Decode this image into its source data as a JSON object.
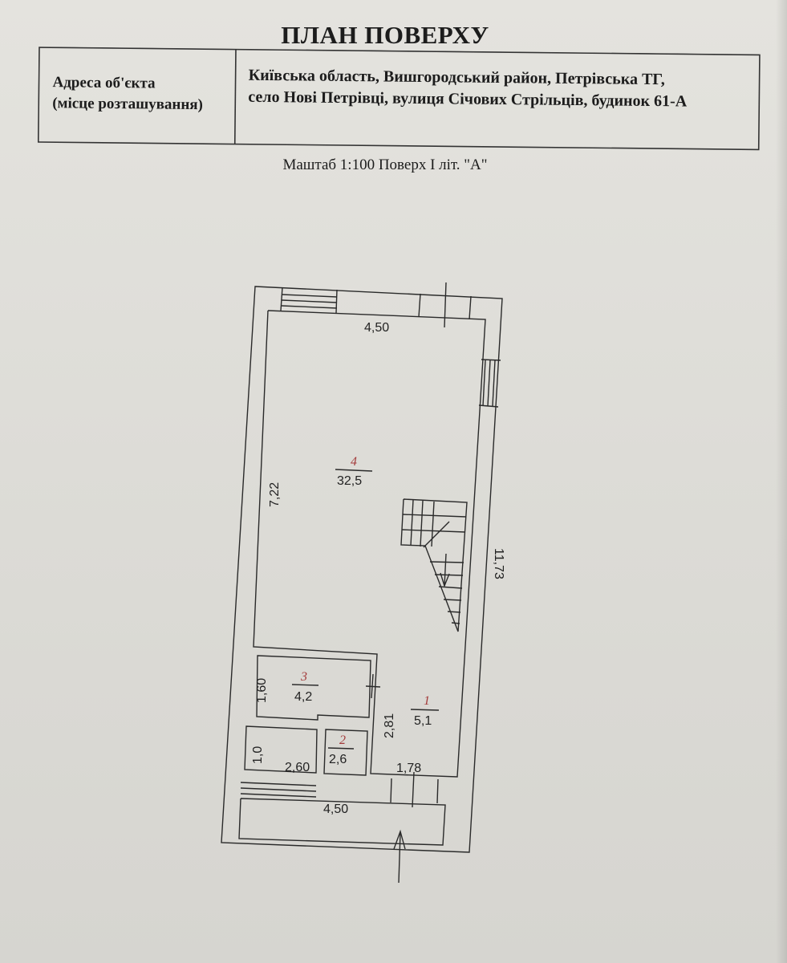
{
  "document": {
    "title": "ПЛАН ПОВЕРХУ",
    "address_label_line1": "Адреса об'єкта",
    "address_label_line2": "(місце розташування)",
    "address_value_line1": "Київська область, Вишгородський район, Петрівська ТГ,",
    "address_value_line2": "село Нові Петрівці, вулиця Січових Стрільців, будинок 61-А",
    "scale_text": "Маштаб 1:100   Поверх I літ. \"А\""
  },
  "plan": {
    "dimensions": {
      "top_width": "4,50",
      "left_height": "7,22",
      "right_height": "11,73",
      "room3_height": "1,60",
      "room2_side": "1,0",
      "room2_width": "2,60",
      "corridor_height": "2,81",
      "corridor_width": "1,78",
      "bottom_width": "4,50"
    },
    "rooms": [
      {
        "number": "4",
        "area": "32,5"
      },
      {
        "number": "3",
        "area": "4,2"
      },
      {
        "number": "2",
        "area": "2,6"
      },
      {
        "number": "1",
        "area": "5,1"
      }
    ],
    "colors": {
      "room_number": "#a33a3a",
      "line": "#2a2a2a",
      "paper": "#dedcd7"
    }
  }
}
